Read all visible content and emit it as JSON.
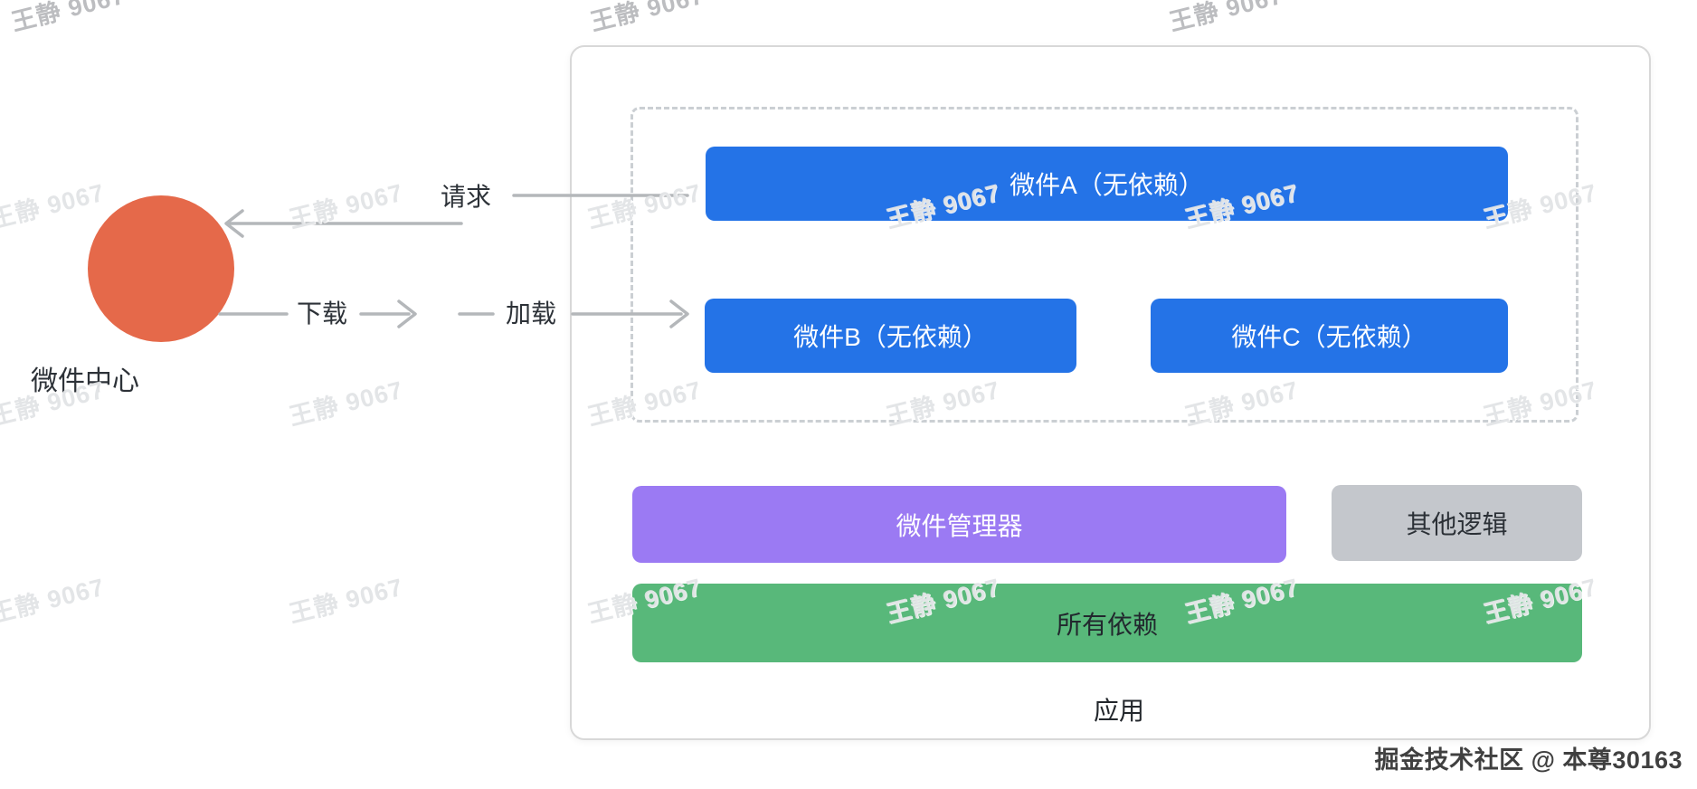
{
  "watermark": {
    "text": "王静 9067"
  },
  "credit": {
    "text": "掘金技术社区 @ 本尊30163"
  },
  "widget_center": {
    "label": "微件中心"
  },
  "flows": {
    "request": "请求",
    "download": "下载",
    "load": "加载"
  },
  "app": {
    "label": "应用",
    "widget_group": {
      "widget_a": "微件A（无依赖）",
      "widget_b": "微件B（无依赖）",
      "widget_c": "微件C（无依赖）"
    },
    "manager": "微件管理器",
    "other_logic": "其他逻辑",
    "dependencies": "所有依赖"
  },
  "colors": {
    "widget_center": "#E5694A",
    "widget_box": "#2473E7",
    "manager": "#9B7AF3",
    "other_logic": "#C4C7CC",
    "dependencies": "#58B87A"
  }
}
